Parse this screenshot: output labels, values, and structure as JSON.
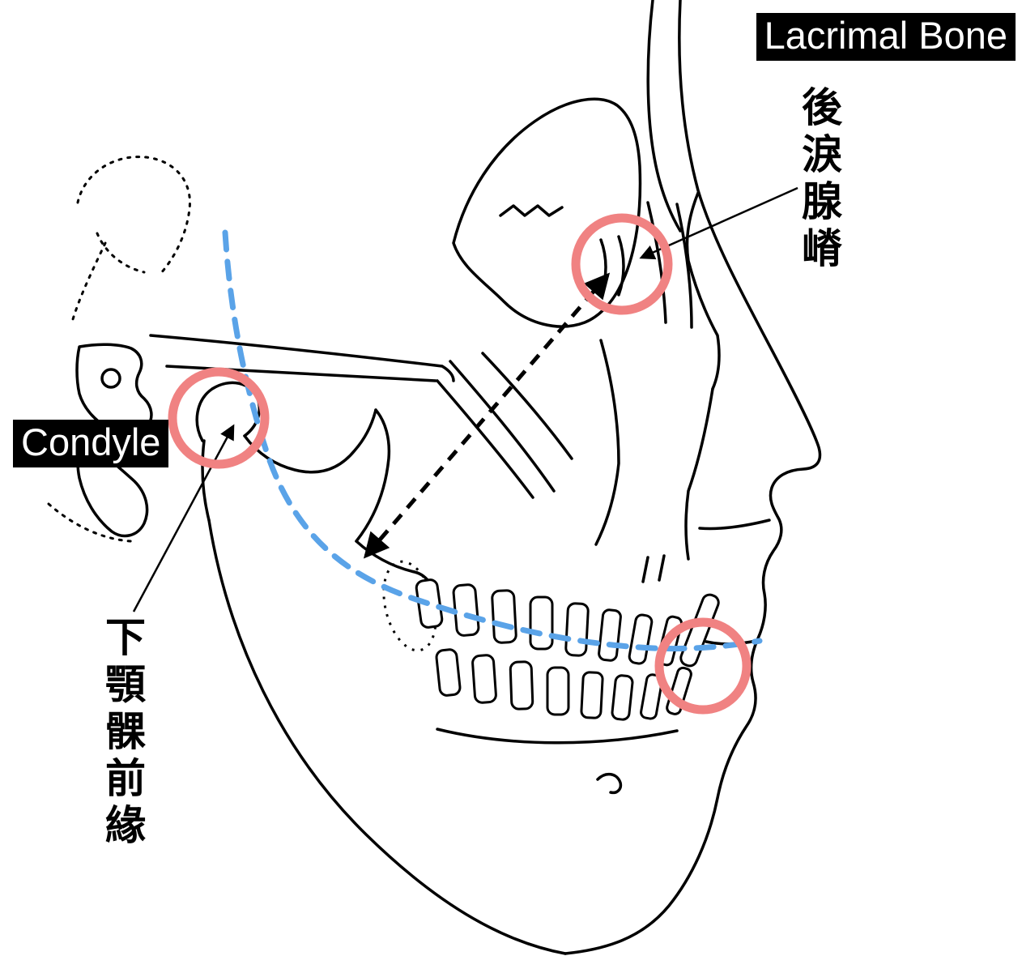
{
  "figure": {
    "labels": {
      "lacrimal_bone": "Lacrimal Bone",
      "posterior_lacrimal_crest": "後淚腺嵴",
      "condyle": "Condyle",
      "mandibular_condyle_anterior_border": "下顎髁前緣"
    },
    "colors": {
      "highlight_circle": "#f08282",
      "occlusal_curve": "#5aa3e8",
      "line_art": "#000000",
      "label_background": "#000000",
      "label_text": "#ffffff"
    },
    "annotations": {
      "highlight_circle_count": 3
    }
  }
}
